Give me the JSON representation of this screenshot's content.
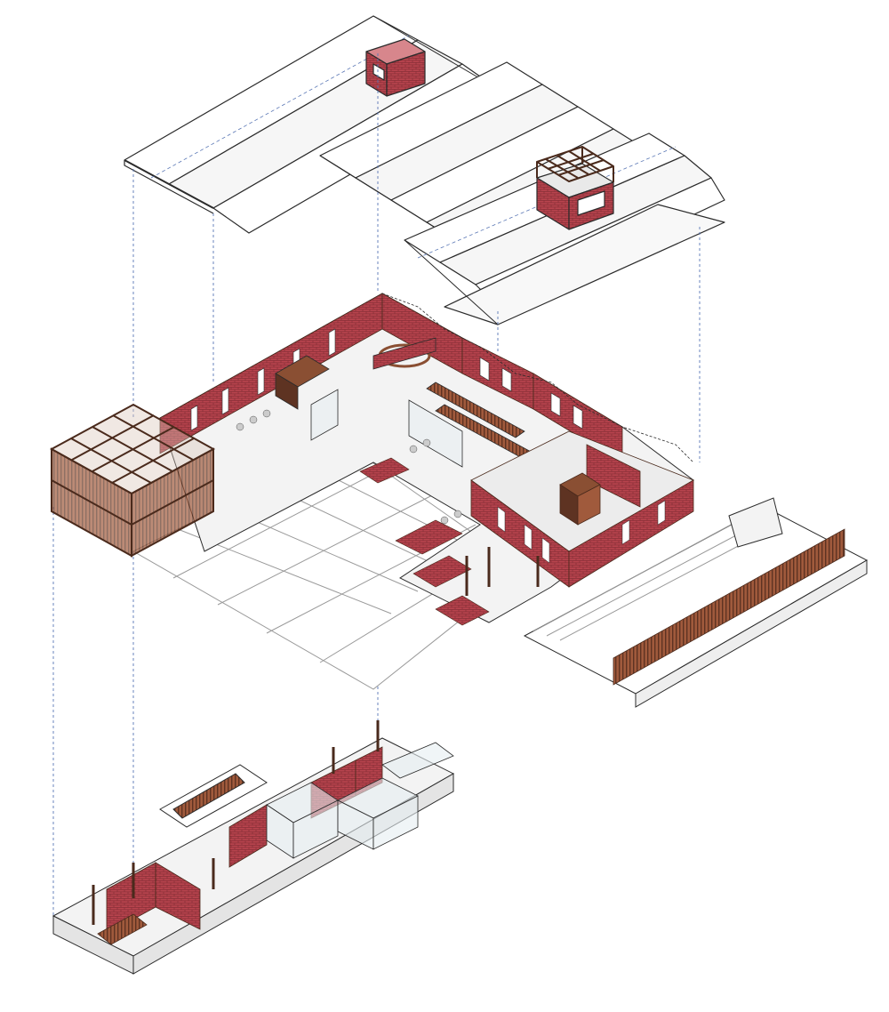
{
  "colors": {
    "brick": "#b8444e",
    "brick_dark": "#7d2a31",
    "brick_light": "#d7868c",
    "timber": "#8a4f33",
    "timber_dark": "#4a2a1c",
    "line": "#2b2b2b",
    "grid": "#9a9a9a",
    "floor": "#f3f3f3",
    "guide": "#5a77b5",
    "white": "#ffffff"
  },
  "layers": [
    {
      "name": "roof-layer"
    },
    {
      "name": "ground-floor-layer"
    },
    {
      "name": "lower-level-layer"
    }
  ]
}
